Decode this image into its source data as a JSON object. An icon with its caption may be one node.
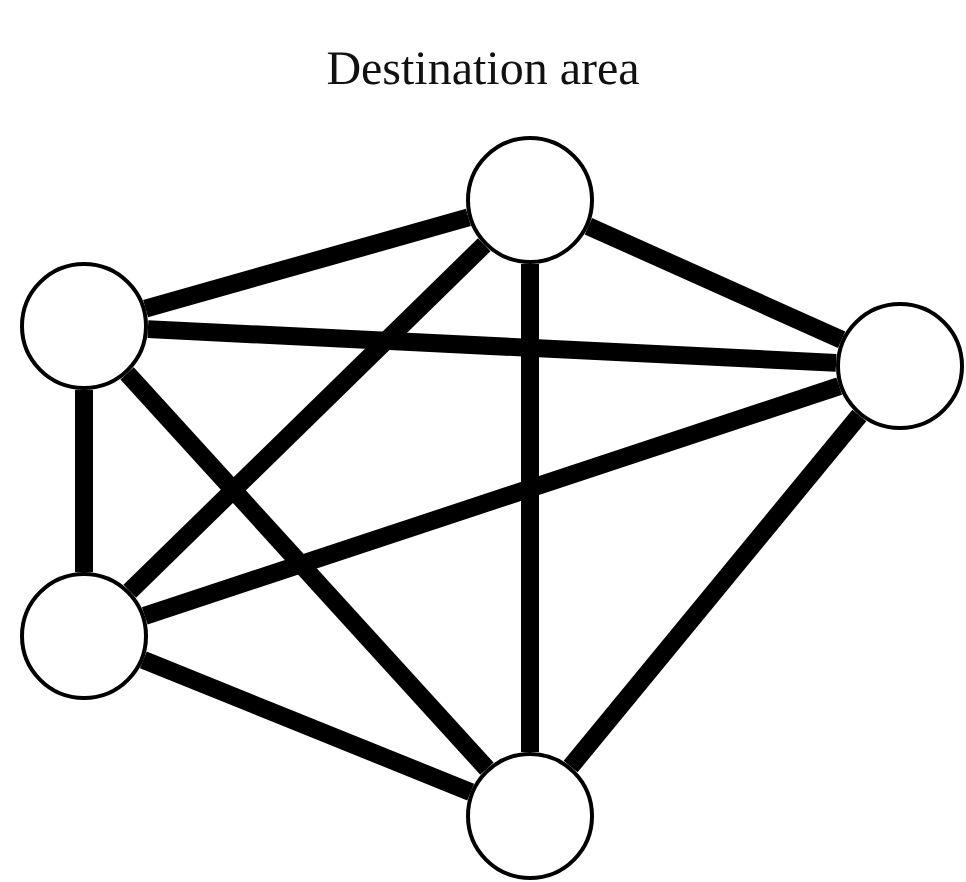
{
  "diagram": {
    "title": "Destination area",
    "nodes": [
      {
        "text": [],
        "shape": "circle"
      },
      {
        "text": [],
        "shape": "circle"
      },
      {
        "text": [],
        "shape": "circle"
      },
      {
        "text": [],
        "shape": "circle"
      },
      {
        "text": [],
        "shape": "circle"
      }
    ],
    "edges": [
      {
        "from": 0,
        "to": 1,
        "arrow": "none"
      },
      {
        "from": 0,
        "to": 2,
        "arrow": "none"
      },
      {
        "from": 0,
        "to": 3,
        "arrow": "none"
      },
      {
        "from": 0,
        "to": 4,
        "arrow": "none"
      },
      {
        "from": 1,
        "to": 2,
        "arrow": "none"
      },
      {
        "from": 1,
        "to": 3,
        "arrow": "none"
      },
      {
        "from": 1,
        "to": 4,
        "arrow": "none"
      },
      {
        "from": 2,
        "to": 3,
        "arrow": "none"
      },
      {
        "from": 2,
        "to": 4,
        "arrow": "none"
      },
      {
        "from": 3,
        "to": 4,
        "arrow": "none"
      }
    ]
  }
}
